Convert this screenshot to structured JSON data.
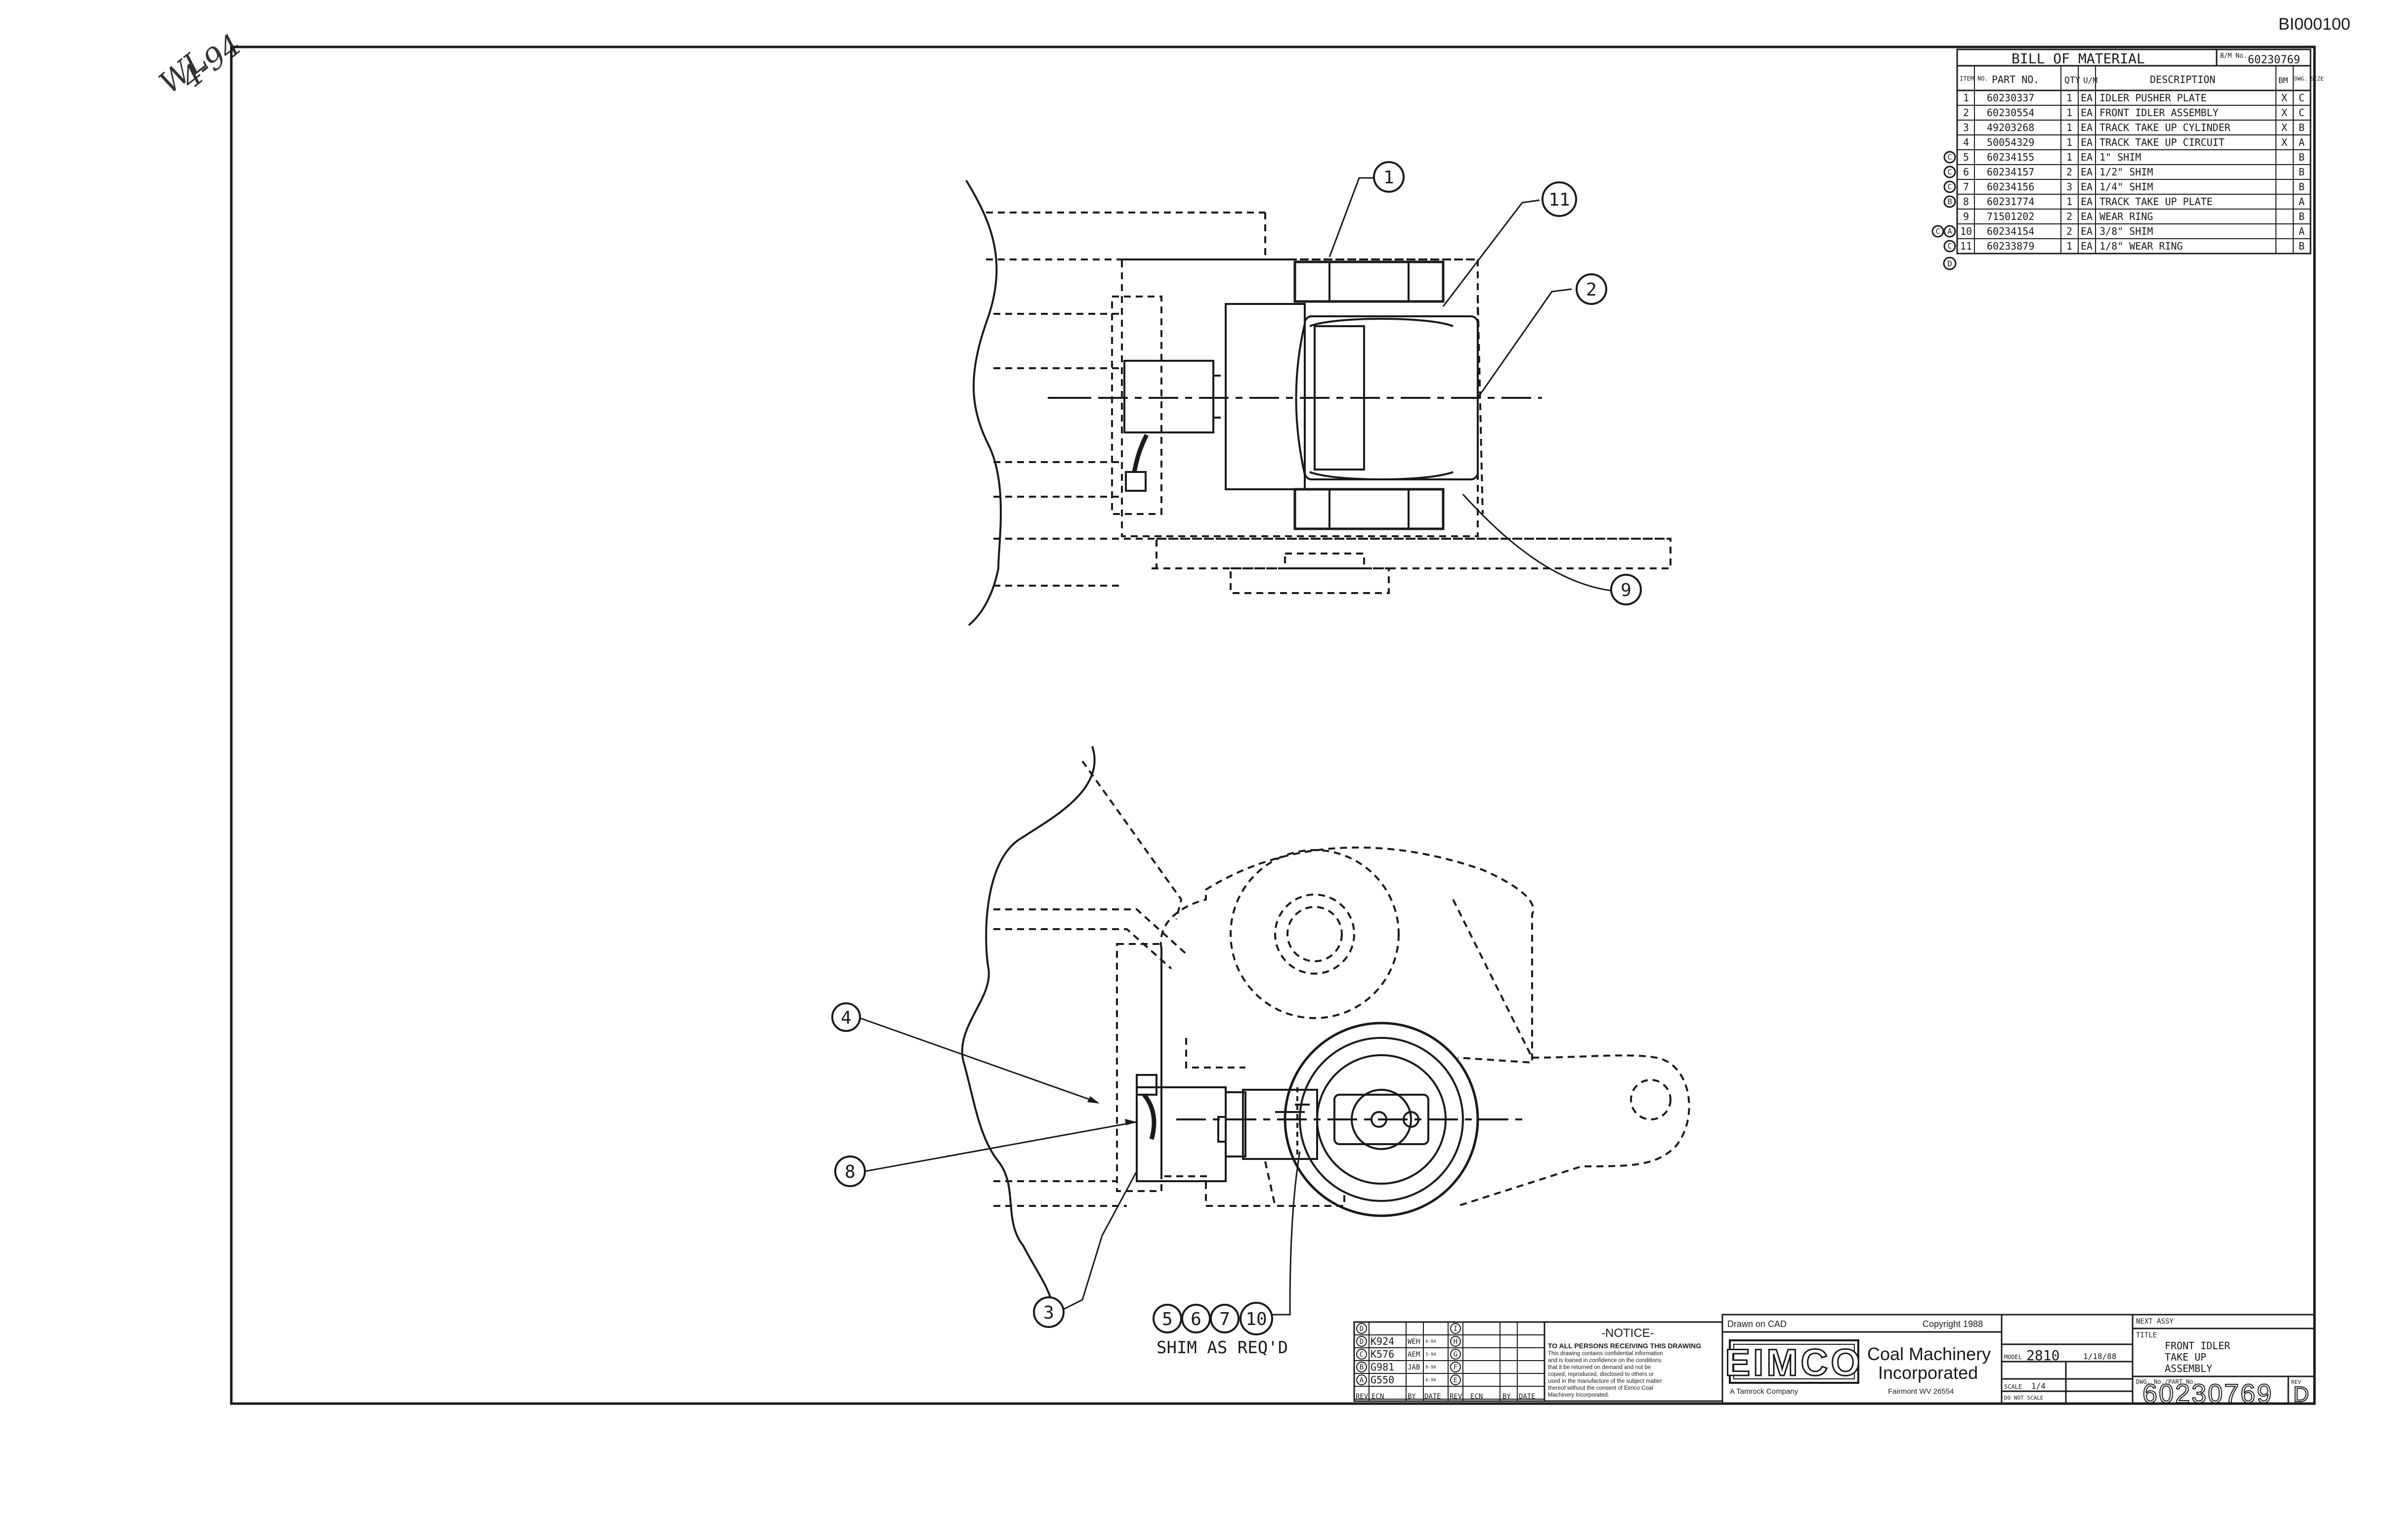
{
  "document_id": "BI000100",
  "handwritten_note": [
    "WL",
    "4-94"
  ],
  "bill_of_material": {
    "title": "BILL OF MATERIAL",
    "sheet_ref_label": "B/M No.",
    "sheet_ref": "60230769",
    "headers": {
      "item": "ITEM NO.",
      "part": "PART NO.",
      "qty": "QTY",
      "um": "U/M",
      "desc": "DESCRIPTION",
      "bm": "BM",
      "dwg": "DWG. SIZE"
    },
    "rows": [
      {
        "rev": "",
        "item": "1",
        "part": "60230337",
        "qty": "1",
        "um": "EA",
        "desc": "IDLER PUSHER PLATE",
        "bm": "X",
        "dwg": "C"
      },
      {
        "rev": "",
        "item": "2",
        "part": "60230554",
        "qty": "1",
        "um": "EA",
        "desc": "FRONT IDLER ASSEMBLY",
        "bm": "X",
        "dwg": "C"
      },
      {
        "rev": "",
        "item": "3",
        "part": "49203268",
        "qty": "1",
        "um": "EA",
        "desc": "TRACK TAKE UP CYLINDER",
        "bm": "X",
        "dwg": "B"
      },
      {
        "rev": "",
        "item": "4",
        "part": "50054329",
        "qty": "1",
        "um": "EA",
        "desc": "TRACK TAKE UP CIRCUIT",
        "bm": "X",
        "dwg": "A"
      },
      {
        "rev": "C",
        "item": "5",
        "part": "60234155",
        "qty": "1",
        "um": "EA",
        "desc": "1\" SHIM",
        "bm": "",
        "dwg": "B"
      },
      {
        "rev": "C",
        "item": "6",
        "part": "60234157",
        "qty": "2",
        "um": "EA",
        "desc": "1/2\" SHIM",
        "bm": "",
        "dwg": "B"
      },
      {
        "rev": "C",
        "item": "7",
        "part": "60234156",
        "qty": "3",
        "um": "EA",
        "desc": "1/4\" SHIM",
        "bm": "",
        "dwg": "B"
      },
      {
        "rev": "B",
        "item": "8",
        "part": "60231774",
        "qty": "1",
        "um": "EA",
        "desc": "TRACK TAKE UP PLATE",
        "bm": "",
        "dwg": "A"
      },
      {
        "rev": "",
        "item": "9",
        "part": "71501202",
        "qty": "2",
        "um": "EA",
        "desc": "WEAR RING",
        "bm": "",
        "dwg": "B"
      },
      {
        "rev": "CA",
        "item": "10",
        "part": "60234154",
        "qty": "2",
        "um": "EA",
        "desc": "3/8\" SHIM",
        "bm": "",
        "dwg": "A"
      },
      {
        "rev": "C",
        "item": "11",
        "part": "60233879",
        "qty": "1",
        "um": "EA",
        "desc": "1/8\" WEAR RING",
        "bm": "",
        "dwg": "B"
      }
    ],
    "trailing_rev": "D"
  },
  "callouts_top": [
    "1",
    "11",
    "2",
    "9"
  ],
  "callouts_bottom": [
    "4",
    "8",
    "3"
  ],
  "shim_callouts": [
    "5",
    "6",
    "7",
    "10"
  ],
  "shim_note": "SHIM AS REQ'D",
  "revision_block": {
    "rows": [
      {
        "rev": "D",
        "ecn": "",
        "by": "",
        "date": ""
      },
      {
        "rev": "D",
        "ecn": "K924",
        "by": "WEH",
        "date": "4-94"
      },
      {
        "rev": "C",
        "ecn": "K576",
        "by": "AEM",
        "date": "3-94"
      },
      {
        "rev": "B",
        "ecn": "G981",
        "by": "JAB",
        "date": "8-90"
      },
      {
        "rev": "A",
        "ecn": "G550",
        "by": "",
        "date": "4-90"
      }
    ],
    "right_revs": [
      "I",
      "H",
      "G",
      "F",
      "E"
    ],
    "footer": [
      "REV",
      "ECN",
      "BY",
      "DATE",
      "REV",
      "ECN",
      "BY",
      "DATE"
    ]
  },
  "notice": {
    "title": "-NOTICE-",
    "lines": [
      "TO ALL PERSONS RECEIVING THIS DRAWING",
      "This drawing contains confidential information",
      "and is loaned in confidence on the conditions",
      "that it be returned on demand and not be",
      "copied, reproduced, disclosed to others or",
      "used in the manufacture of the subject matter",
      "thereof without the consent of Eimco Coal",
      "Machinery Incorporated."
    ]
  },
  "title_block": {
    "drawn_on": "Drawn on CAD",
    "copyright": "Copyright 1988",
    "logo": "EIMCO",
    "company_line1": "Coal Machinery",
    "company_line2": "Incorporated",
    "tagline": "A Tamrock Company",
    "location": "Fairmont WV 26554",
    "model_label": "MODEL",
    "model": "2810",
    "date": "1/18/88",
    "scale_label": "SCALE",
    "scale": "1/4",
    "dont_scale": "DO NOT SCALE",
    "next_assy_label": "NEXT ASSY",
    "title_label": "TITLE",
    "title_lines": [
      "FRONT IDLER",
      "TAKE UP",
      "ASSEMBLY"
    ],
    "dwg_no_label": "DWG. No./PART No.",
    "dwg_no": "60230769",
    "rev_label": "REV",
    "rev": "D"
  }
}
